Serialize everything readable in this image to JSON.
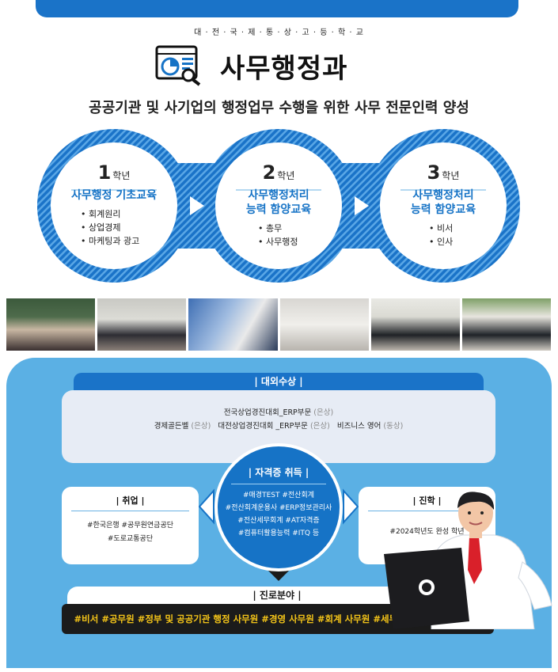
{
  "header": {
    "school": "대 · 전 · 국 · 제 · 통 · 상 · 고 · 등 · 학 · 교",
    "title": "사무행정과",
    "subtitle": "공공기관 및 사기업의 행정업무 수행을 위한 사무 전문인력 양성"
  },
  "grades": [
    {
      "num": "1",
      "unit": "학년",
      "title_lines": [
        "사무행정 기초교육"
      ],
      "items": [
        "회계원리",
        "상업경제",
        "마케팅과 광고"
      ]
    },
    {
      "num": "2",
      "unit": "학년",
      "title_lines": [
        "사무행정처리",
        "능력 함양교육"
      ],
      "items": [
        "총무",
        "사무행정"
      ]
    },
    {
      "num": "3",
      "unit": "학년",
      "title_lines": [
        "사무행정처리",
        "능력 함양교육"
      ],
      "items": [
        "비서",
        "인사"
      ]
    }
  ],
  "awards": {
    "label": "| 대외수상 |",
    "line1": {
      "text": "전국상업경진대회_ERP부문",
      "medal": "(은상)"
    },
    "line2": [
      {
        "text": "경제골든벨",
        "medal": "(은상)"
      },
      {
        "text": "대전상업경진대회 _ERP부문",
        "medal": "(은상)"
      },
      {
        "text": "비즈니스 영어",
        "medal": "(동상)"
      }
    ]
  },
  "employment": {
    "label": "| 취업 |",
    "line1": "#한국은행 #공무원연금공단",
    "line2": "#도로교통공단"
  },
  "certification": {
    "label": "| 자격증 취득 |",
    "lines": [
      "#매경TEST #전산회계",
      "#전산회계운용사 #ERP정보관리사",
      "#전산세무회계 #AT자격증",
      "#컴퓨터활용능력 #ITQ 등"
    ]
  },
  "advancement": {
    "label": "| 진학 |",
    "line1": "#2024학년도 완성 학년"
  },
  "career": {
    "label": "| 진로분야 |",
    "fields": "#비서 #공무원 #정부 및 공공기관 행정 사무원 #경영 사무원 #회계 사무원 #세무 사무원 #금융 사무원"
  },
  "colors": {
    "primary": "#1673c6",
    "panel": "#5bb0e4",
    "highlight": "#f5c518"
  }
}
